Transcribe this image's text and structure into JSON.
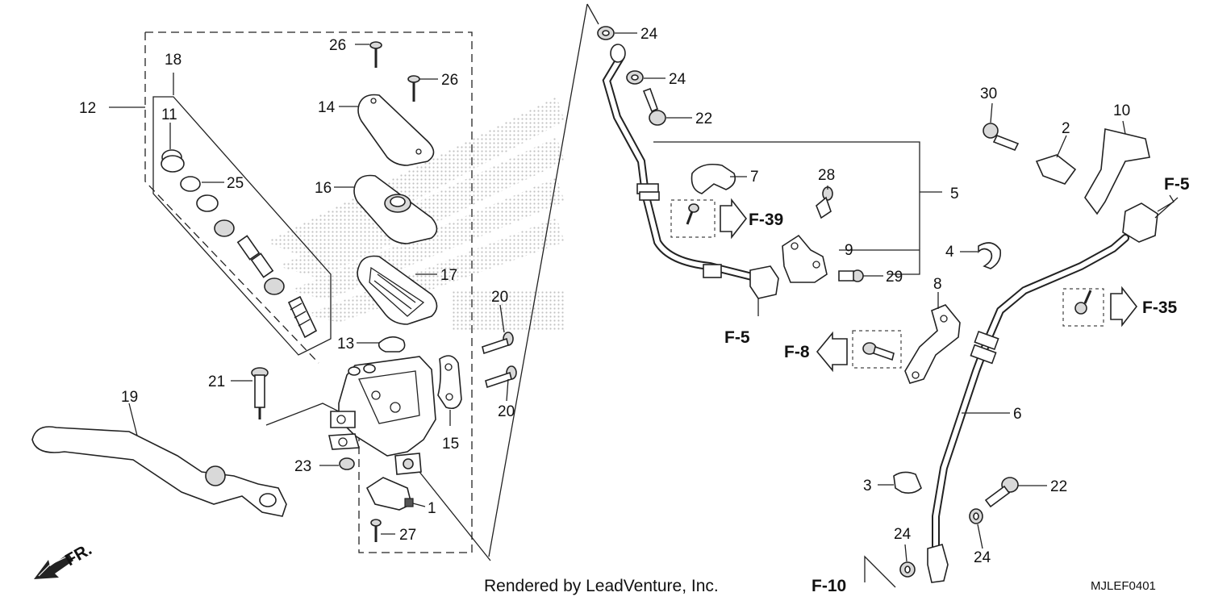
{
  "callouts": {
    "c1": "1",
    "c2": "2",
    "c3": "3",
    "c4": "4",
    "c5": "5",
    "c6": "6",
    "c7": "7",
    "c8": "8",
    "c9": "9",
    "c10": "10",
    "c11": "11",
    "c12": "12",
    "c13": "13",
    "c14": "14",
    "c15": "15",
    "c16": "16",
    "c17": "17",
    "c18": "18",
    "c19": "19",
    "c20a": "20",
    "c20b": "20",
    "c21": "21",
    "c22a": "22",
    "c22b": "22",
    "c23": "23",
    "c24a": "24",
    "c24b": "24",
    "c24c": "24",
    "c24d": "24",
    "c25": "25",
    "c26a": "26",
    "c26b": "26",
    "c27": "27",
    "c28": "28",
    "c29": "29",
    "c30": "30"
  },
  "references": {
    "f39": "F-39",
    "f5a": "F-5",
    "f5b": "F-5",
    "f8": "F-8",
    "f35": "F-35",
    "f10": "F-10"
  },
  "direction_label": "FR.",
  "footer": {
    "rendered_by": "Rendered by LeadVenture, Inc.",
    "diagram_code": "MJLEF0401"
  },
  "colors": {
    "line": "#222222",
    "watermark": "#bcbcbc",
    "background": "#ffffff"
  }
}
